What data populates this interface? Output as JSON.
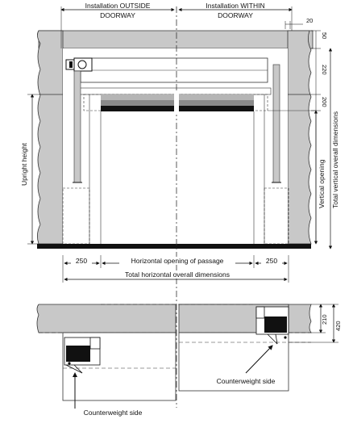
{
  "labels": {
    "outside": "Installation OUTSIDE",
    "within": "Installation WITHIN",
    "doorway_l": "DOORWAY",
    "doorway_r": "DOORWAY",
    "upright_height": "Upright height",
    "vertical_opening": "Vertical opening",
    "total_vertical": "Total vertical overall dimensions",
    "horizontal_opening": "Horizontal opening of passage",
    "total_horizontal": "Total horizontal overall dimensions",
    "counterweight_right": "Counterweight side",
    "counterweight_left": "Counterweight side"
  },
  "dimensions": {
    "d20": "20",
    "d50": "50",
    "d220": "220",
    "d200": "200",
    "d250_left": "250",
    "d250_right": "250",
    "d210": "210",
    "d420": "420"
  },
  "colors": {
    "wall": "#c8c8c8",
    "ink": "#111111",
    "mid_grey": "#8a8a8a",
    "light_grey": "#b5b5b5"
  }
}
